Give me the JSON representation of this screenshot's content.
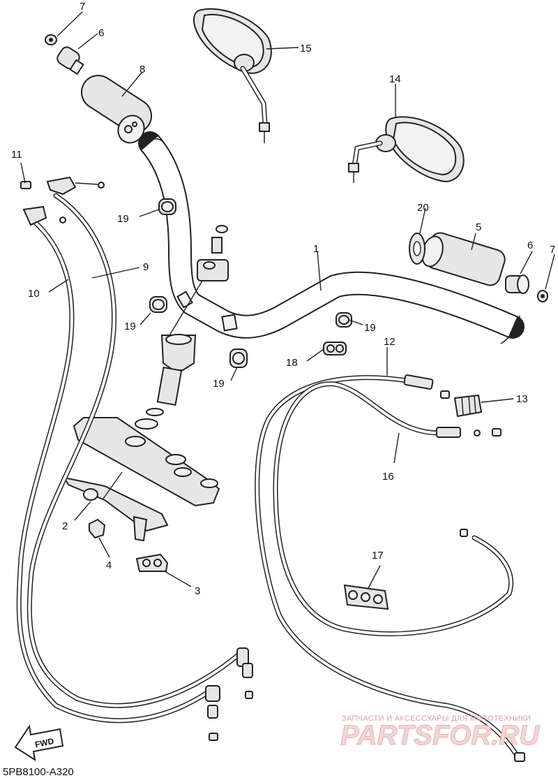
{
  "diagram_code": "5PB8100-A320",
  "forward_arrow_label": "FWD",
  "watermark": {
    "tagline": "ЗАПЧАСТИ И АКСЕССУАРЫ ДЛЯ МОТОТЕХНИКИ",
    "brand": "PARTSFOR.RU"
  },
  "callouts": {
    "p1": "1",
    "p2": "2",
    "p3": "3",
    "p4": "4",
    "p5": "5",
    "p6a": "6",
    "p6b": "6",
    "p7a": "7",
    "p7b": "7",
    "p8": "8",
    "p9": "9",
    "p10": "10",
    "p11": "11",
    "p12": "12",
    "p13": "13",
    "p14": "14",
    "p15": "15",
    "p16": "16",
    "p17": "17",
    "p18": "18",
    "p19a": "19",
    "p19b": "19",
    "p19c": "19",
    "p19d": "19",
    "p20": "20"
  }
}
